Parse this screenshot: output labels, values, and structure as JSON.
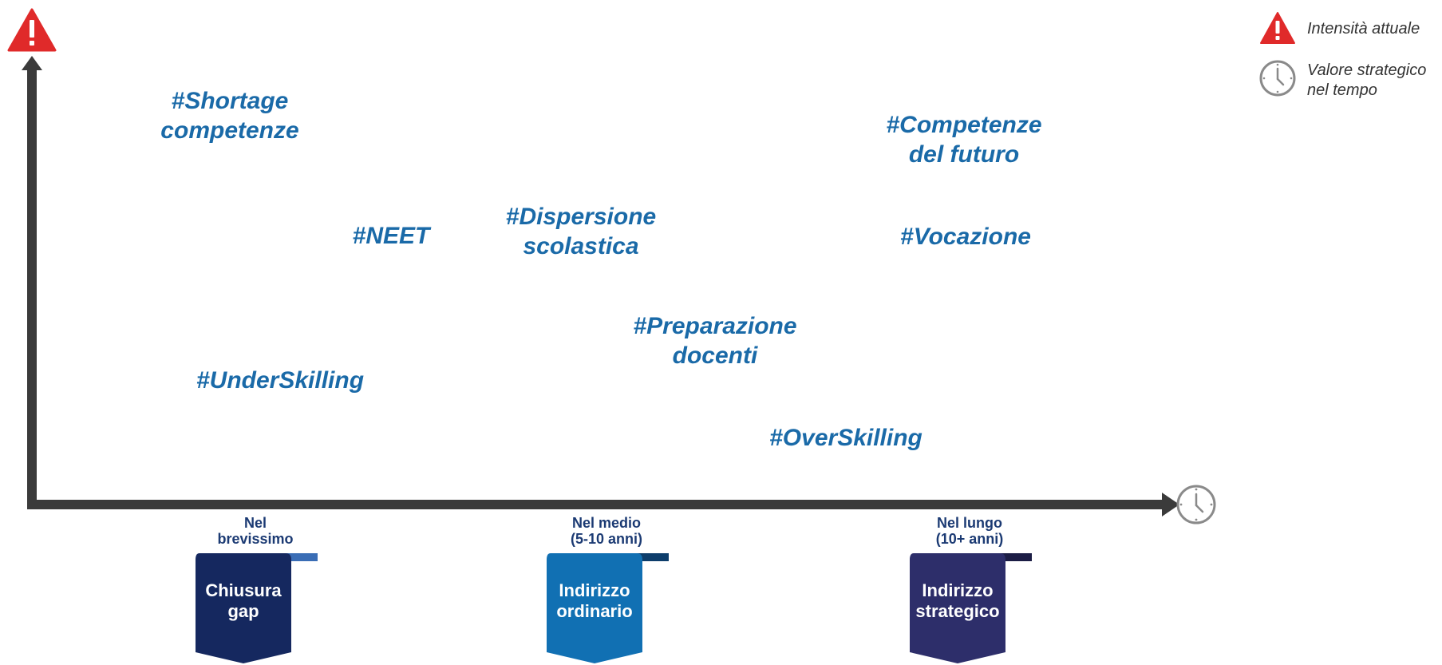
{
  "colors": {
    "axis": "#3b3b3b",
    "warning": "#e02a2a",
    "tag_text": "#1a6aa8",
    "clock": "#8a8a8a",
    "phase_dark": "#15285f",
    "phase_mid": "#1170b3",
    "phase_violet": "#2d2e6a"
  },
  "icons": {
    "y_axis": "warning-triangle-icon",
    "x_axis": "clock-icon"
  },
  "legend": [
    {
      "icon": "warning-triangle-icon",
      "label": "Intensità attuale"
    },
    {
      "icon": "clock-icon",
      "label_lines": [
        "Valore strategico",
        "nel tempo"
      ]
    }
  ],
  "tags": [
    {
      "lines": [
        "#Shortage",
        "competenze"
      ]
    },
    {
      "lines": [
        "#Competenze",
        "del futuro"
      ]
    },
    {
      "lines": [
        "#NEET"
      ]
    },
    {
      "lines": [
        "#Dispersione",
        "scolastica"
      ]
    },
    {
      "lines": [
        "#Vocazione"
      ]
    },
    {
      "lines": [
        "#Preparazione",
        "docenti"
      ]
    },
    {
      "lines": [
        "#UnderSkilling"
      ]
    },
    {
      "lines": [
        "#OverSkilling"
      ]
    }
  ],
  "phases": [
    {
      "header_lines": [
        "Nel",
        "brevissimo"
      ],
      "label_lines": [
        "Chiusura",
        "gap"
      ],
      "color": "#15285f"
    },
    {
      "header_lines": [
        "Nel medio",
        "(5-10 anni)"
      ],
      "label_lines": [
        "Indirizzo",
        "ordinario"
      ],
      "color": "#1170b3"
    },
    {
      "header_lines": [
        "Nel lungo",
        "(10+ anni)"
      ],
      "label_lines": [
        "Indirizzo",
        "strategico"
      ],
      "color": "#2d2e6a"
    }
  ]
}
